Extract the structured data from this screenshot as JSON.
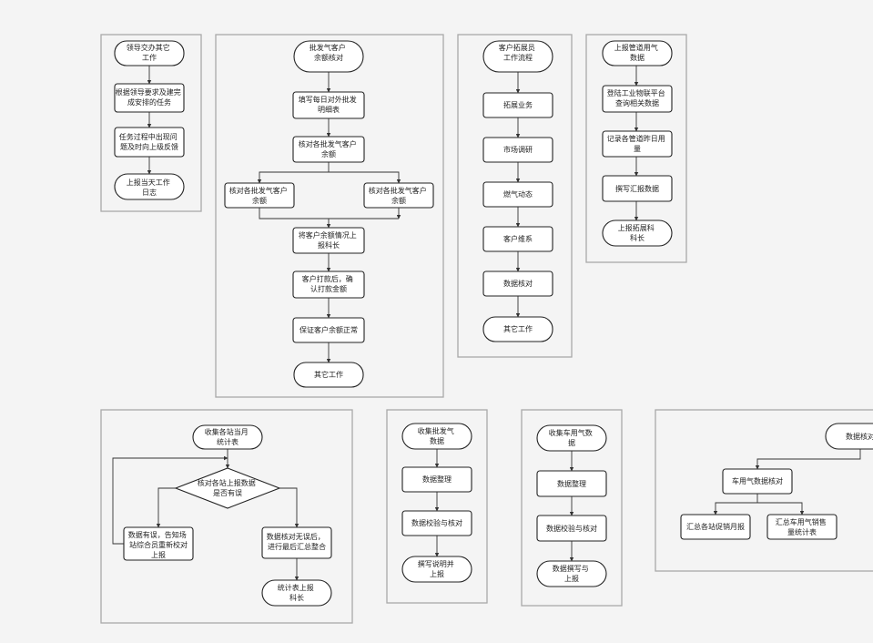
{
  "flowcharts": {
    "leader_tasks": {
      "start": "领导交办其它工作",
      "step1": "根据领导要求及建完成安排的任务",
      "step2": "任务过程中出现问题及时向上级反馈",
      "end": "上报当天工作日志"
    },
    "wholesale_balance": {
      "start": "批发气客户余额核对",
      "step1": "填写每日对外批发明细表",
      "step2": "核对各批发气客户余额",
      "branch_left": "核对各批发气客户余额",
      "branch_right": "核对各批发气客户余额",
      "step3": "将客户余额情况上报科长",
      "step4": "客户打款后，确认打款金额",
      "step5": "保证客户余额正常",
      "end": "其它工作"
    },
    "customer_expansion": {
      "start": "客户拓展员工作流程",
      "step1": "拓展业务",
      "step2": "市场调研",
      "step3": "燃气动态",
      "step4": "客户维系",
      "step5": "数据核对",
      "end": "其它工作"
    },
    "pipeline_report": {
      "start": "上报管道用气数据",
      "step1": "登陆工业物联平台查询相关数据",
      "step2": "记录各管道昨日用量",
      "step3": "撰写汇报数据",
      "end": "上报拓展科科长"
    },
    "station_monthly": {
      "start": "收集各站当月统计表",
      "decision": "核对各站上报数据是否有误",
      "error_branch": "数据有误，告知场站综合员重新校对上报",
      "ok_branch": "数据核对无误后，进行最后汇总整合",
      "end": "统计表上报科长"
    },
    "wholesale_data": {
      "start": "收集批发气数据",
      "step1": "数据整理",
      "step2": "数据校验与核对",
      "end": "撰写说明并上报"
    },
    "vehicle_gas": {
      "start": "收集车用气数据",
      "step1": "数据整理",
      "step2": "数据校验与核对",
      "end": "数据撰写与上报"
    },
    "data_check": {
      "start": "数据核对",
      "step1": "车用气数据核对",
      "branch_left": "汇总各站促销月报",
      "branch_right": "汇总车用气销售量统计表"
    }
  }
}
